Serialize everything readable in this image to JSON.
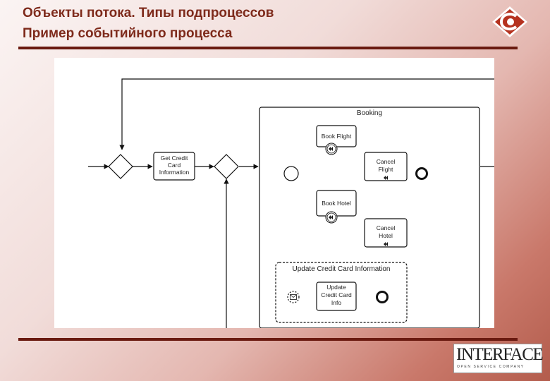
{
  "header": {
    "title_line1": "Объекты потока. Типы подпроцессов",
    "title_line2": "Пример событийного процесса"
  },
  "diagram": {
    "get_credit_card": [
      "Get Credit",
      "Card",
      "Information"
    ],
    "booking_label": "Booking",
    "book_flight": "Book Flight",
    "cancel_flight": [
      "Cancel",
      "Flight"
    ],
    "book_hotel": "Book Hotel",
    "cancel_hotel": [
      "Cancel",
      "Hotel"
    ],
    "update_subprocess_label": "Update Credit Card Information",
    "update_task": [
      "Update",
      "Credit Card",
      "Info"
    ]
  },
  "footer": {
    "company_name": "INTERFACE",
    "company_tagline": "OPEN SERVICE COMPANY"
  },
  "colors": {
    "title": "#7e2a1b",
    "rule": "#6a1a10"
  }
}
